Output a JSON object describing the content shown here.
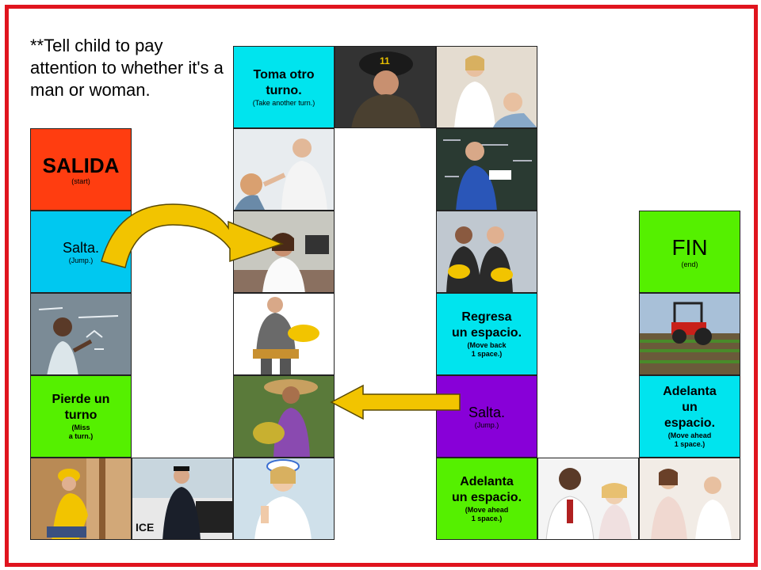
{
  "note": "**Tell child to pay attention to whether it's a man or woman.",
  "colors": {
    "border": "#e0141e",
    "start": "#ff3d10",
    "cyan": "#00c8f0",
    "green": "#55f000",
    "purple": "#8800d8",
    "arrow_fill": "#f2c400"
  },
  "spaces": {
    "salida": {
      "main": "SALIDA",
      "sub": "(start)"
    },
    "salta_left": {
      "main": "Salta.",
      "sub": "(Jump.)"
    },
    "pierde": {
      "main": "Pierde un turno",
      "sub1": "(Miss",
      "sub2": "a turn.)"
    },
    "toma": {
      "main1": "Toma otro",
      "main2": "turno.",
      "sub": "(Take another turn.)"
    },
    "regresa": {
      "main1": "Regresa",
      "main2": "un espacio.",
      "sub1": "(Move back",
      "sub2": "1 space.)"
    },
    "salta_mid": {
      "main": "Salta.",
      "sub": "(Jump.)"
    },
    "adelanta_bottom": {
      "main1": "Adelanta",
      "main2": "un espacio.",
      "sub1": "(Move ahead",
      "sub2": "1 space.)"
    },
    "fin": {
      "main": "FIN",
      "sub": "(end)"
    },
    "adelanta_right": {
      "main1": "Adelanta",
      "main2": "un",
      "main3": "espacio.",
      "sub1": "(Move ahead",
      "sub2": "1 space.)"
    }
  },
  "photos": [
    "firefighter",
    "dentist-woman",
    "dentist-man",
    "teacher-man",
    "secretary-woman",
    "firefighters-women",
    "teacher-girl",
    "construction-man",
    "farmer-tractor",
    "farmer-woman",
    "construction-woman",
    "police-officer",
    "nurse-woman",
    "doctor-man",
    "doctor-woman"
  ]
}
